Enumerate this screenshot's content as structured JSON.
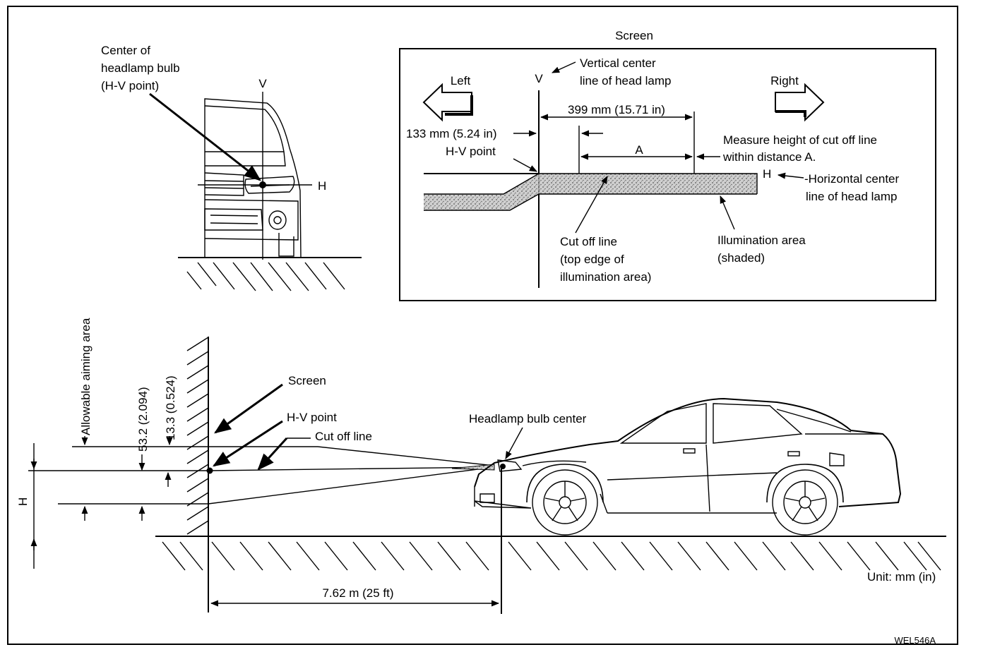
{
  "screen_inset": {
    "title": "Screen",
    "left_label": "Left",
    "right_label": "Right",
    "v_letter": "V",
    "h_letter": "H",
    "vertical_center_line": [
      "Vertical center",
      "line of head lamp"
    ],
    "dim_399": "399 mm (15.71 in)",
    "dim_133": "133 mm (5.24 in)",
    "hv_point": "H-V point",
    "a_letter": "A",
    "measure_note": [
      "Measure height of cut off line",
      "within distance A."
    ],
    "horizontal_center_line": [
      "-Horizontal center",
      "line of head lamp"
    ],
    "cut_off_line": [
      "Cut off line",
      "(top edge of",
      "illumination area)"
    ],
    "illumination_area": [
      "Illumination area",
      "(shaded)"
    ]
  },
  "front_view": {
    "center_bulb_label": [
      "Center of",
      "headlamp  bulb",
      "(H-V point)"
    ],
    "v_letter": "V",
    "h_letter": "H"
  },
  "side_view": {
    "allowable_aiming_area": "Allowable aiming area",
    "dim_53": "53.2 (2.094)",
    "dim_13": "13.3 (0.524)",
    "h_letter": "H",
    "screen": "Screen",
    "hv_point": "H-V point",
    "cut_off_line": "Cut off line",
    "headlamp_bulb_center": "Headlamp bulb center",
    "distance": "7.62 m (25 ft)",
    "unit": "Unit: mm (in)"
  },
  "figure_code": "WEL546A"
}
